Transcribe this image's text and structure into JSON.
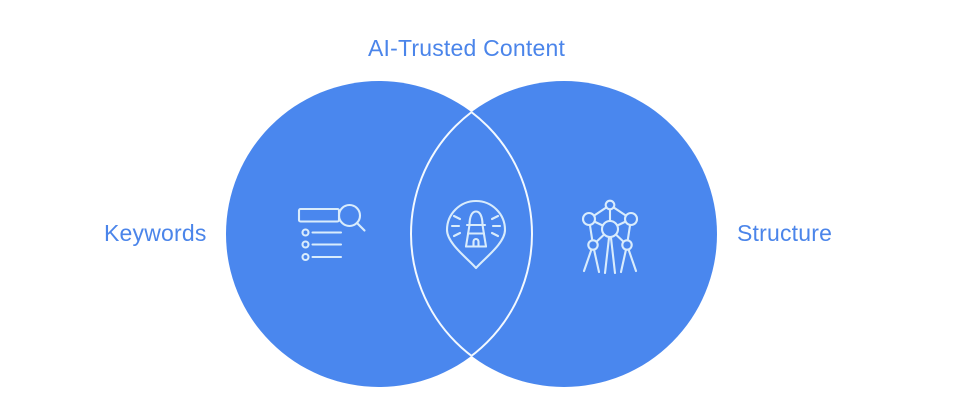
{
  "title": "AI-Trusted Content",
  "venn": {
    "left_label": "Keywords",
    "right_label": "Structure",
    "left_icon": "list-search",
    "center_icon": "lighthouse-pin",
    "right_icon": "network-structure"
  },
  "colors": {
    "circle": "#4a87ee",
    "iconStroke": "#d9ecfc",
    "overlapArc": "#f3f9ff",
    "text": "#4b85ea",
    "background": "#ffffff"
  }
}
